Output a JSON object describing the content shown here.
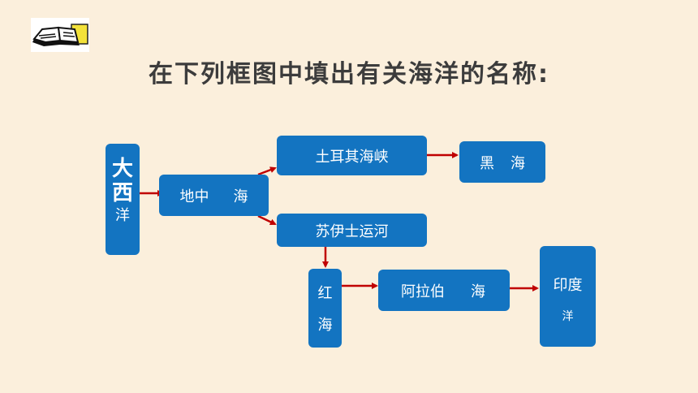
{
  "title": "在下列框图中填出有关海洋的名称:",
  "logo_icon": "open-book-icon",
  "colors": {
    "box": "#1374c1",
    "arrow": "#c00000",
    "background": "#fbefdc"
  },
  "nodes": {
    "atlantic": {
      "line1": "大",
      "line2": "西",
      "line3": "洋"
    },
    "mediterranean": {
      "part1": "地中",
      "part2": "海"
    },
    "turkish_straits": {
      "label": "土耳其海峡"
    },
    "black_sea": {
      "part1": "黑",
      "part2": "海"
    },
    "suez_canal": {
      "label": "苏伊士运河"
    },
    "red_sea": {
      "line1": "红",
      "line2": "海"
    },
    "arabian_sea": {
      "part1": "阿拉伯",
      "part2": "海"
    },
    "indian_ocean": {
      "line1": "印度",
      "line2": "洋"
    }
  }
}
